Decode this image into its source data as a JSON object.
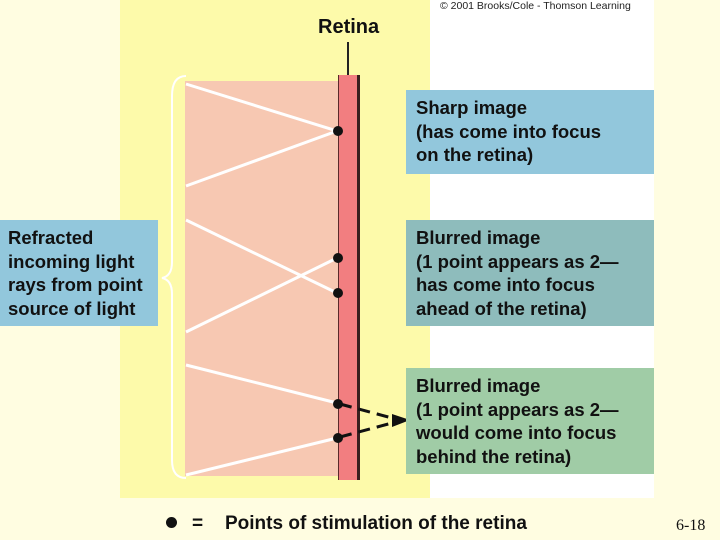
{
  "copyright": "© 2001 Brooks/Cole - Thomson Learning",
  "retina_label": "Retina",
  "boxes": {
    "sharp": [
      "Sharp image",
      "(has come into focus",
      "on the retina)"
    ],
    "blurred_ahead": [
      "Blurred image",
      "(1 point appears as 2—",
      "has come into focus",
      "ahead of the retina)"
    ],
    "blurred_behind": [
      "Blurred image",
      "(1 point appears as 2—",
      "would come into focus",
      "behind the retina)"
    ],
    "refracted": [
      "Refracted",
      "incoming light",
      "rays from point",
      "source of light"
    ]
  },
  "legend": {
    "equals": "=",
    "text": "Points of stimulation of the retina"
  },
  "slide_number": "6-18",
  "colors": {
    "background": "#fffde1",
    "yellow_panel": "#fdfaaa",
    "eye_zone": "#f7c8b2",
    "retina": "#f27e80",
    "blue_box": "#92c7dc",
    "teal_box": "#8ebcbc",
    "green_box": "#a0cca6"
  }
}
